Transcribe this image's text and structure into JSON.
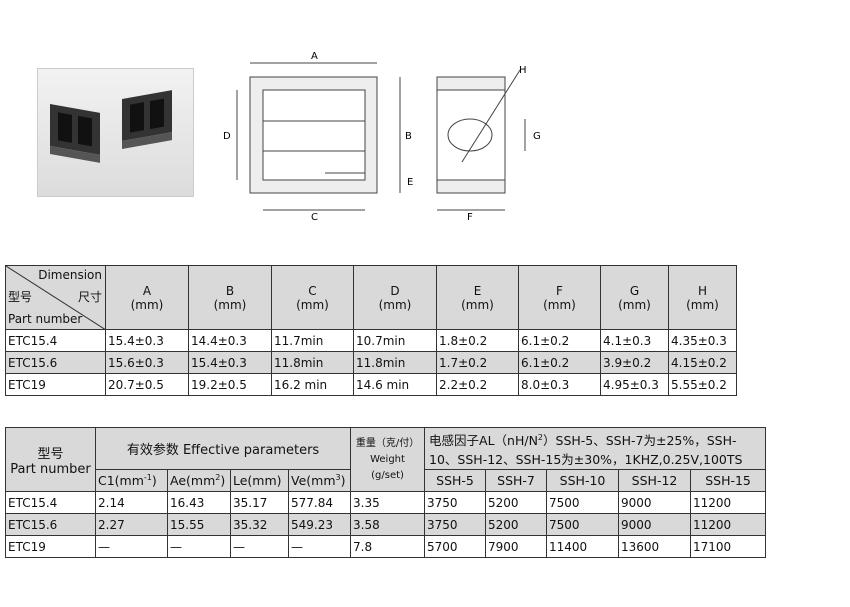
{
  "diagram": {
    "labels": [
      "A",
      "B",
      "C",
      "D",
      "E",
      "F",
      "G",
      "H"
    ]
  },
  "table1": {
    "header": {
      "dimension": "Dimension",
      "xinghao": "型号",
      "chicun": "尺寸",
      "part_number": "Part number",
      "columns": [
        {
          "letter": "A",
          "unit": "(mm)"
        },
        {
          "letter": "B",
          "unit": "(mm)"
        },
        {
          "letter": "C",
          "unit": "(mm)"
        },
        {
          "letter": "D",
          "unit": "(mm)"
        },
        {
          "letter": "E",
          "unit": "(mm)"
        },
        {
          "letter": "F",
          "unit": "(mm)"
        },
        {
          "letter": "G",
          "unit": "(mm)"
        },
        {
          "letter": "H",
          "unit": "(mm)"
        }
      ]
    },
    "rows": [
      [
        "ETC15.4",
        "15.4±0.3",
        "14.4±0.3",
        "11.7min",
        "10.7min",
        "1.8±0.2",
        "6.1±0.2",
        "4.1±0.3",
        "4.35±0.3"
      ],
      [
        "ETC15.6",
        "15.6±0.3",
        "15.4±0.3",
        "11.8min",
        "11.8min",
        "1.7±0.2",
        "6.1±0.2",
        "3.9±0.2",
        "4.15±0.2"
      ],
      [
        "ETC19",
        "20.7±0.5",
        "19.2±0.5",
        "16.2 min",
        "14.6 min",
        "2.2±0.2",
        "8.0±0.3",
        "4.95±0.3",
        "5.55±0.2"
      ]
    ]
  },
  "table2": {
    "part_cn": "型号",
    "part_en": "Part number",
    "effective": "有效参数 Effective parameters",
    "params": [
      "C1(mm",
      "Ae(mm",
      "Le(mm)",
      "Ve(mm"
    ],
    "params_sup": [
      "-1",
      "2",
      "",
      "3"
    ],
    "params_close": [
      ")",
      ")",
      "",
      ")"
    ],
    "weight_cn": "重量（克/付）",
    "weight_en": "Weight",
    "weight_unit": "(g/set)",
    "al_title_1": "电感因子AL（nH/N",
    "al_sup": "2",
    "al_title_2": "）SSH-5、SSH-7为±25%，SSH-10、SSH-12、SSH-15为±30%，1KHZ,0.25V,100TS",
    "materials": [
      "SSH-5",
      "SSH-7",
      "SSH-10",
      "SSH-12",
      "SSH-15"
    ],
    "rows": [
      [
        "ETC15.4",
        "2.14",
        "16.43",
        "35.17",
        "577.84",
        "3.35",
        "3750",
        "5200",
        "7500",
        "9000",
        "11200"
      ],
      [
        "ETC15.6",
        "2.27",
        "15.55",
        "35.32",
        "549.23",
        "3.58",
        "3750",
        "5200",
        "7500",
        "9000",
        "11200"
      ],
      [
        "ETC19",
        "—",
        "—",
        "—",
        "—",
        "7.8",
        "5700",
        "7900",
        "11400",
        "13600",
        "17100"
      ]
    ]
  }
}
